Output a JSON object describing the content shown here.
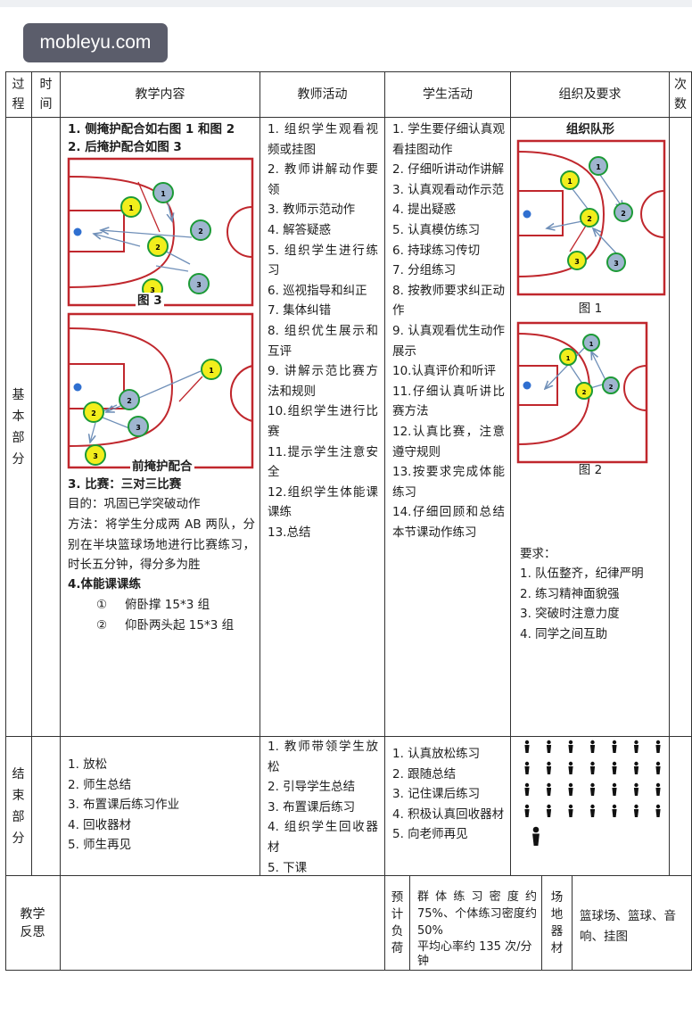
{
  "watermark": "mobleyu.com",
  "header": {
    "process": "过程",
    "time": "时间",
    "content": "教学内容",
    "teacher": "教师活动",
    "student": "学生活动",
    "org": "组织及要求",
    "count": "次数"
  },
  "basic": {
    "label": "基本部分",
    "content": {
      "line1": "1. 侧掩护配合如右图 1 和图 2",
      "line2": "2. 后掩护配合如图 3",
      "fig3_caption": "图 3",
      "fig_front_caption": "前掩护配合",
      "heading3": "3. 比赛：三对三比赛",
      "goal": "目的：巩固已学突破动作",
      "method": "方法：将学生分成两 AB 两队，分别在半块篮球场地进行比赛练习，时长五分钟，得分多为胜",
      "heading4": "4.体能课课练",
      "drill1_mark": "①",
      "drill1": "俯卧撑 15*3 组",
      "drill2_mark": "②",
      "drill2": "仰卧两头起 15*3 组"
    },
    "teacher": [
      "1. 组织学生观看视频或挂图",
      "2. 教师讲解动作要领",
      "3. 教师示范动作",
      "4. 解答疑惑",
      "5. 组织学生进行练习",
      "6. 巡视指导和纠正",
      "7. 集体纠错",
      "8. 组织优生展示和互评",
      "9. 讲解示范比赛方法和规则",
      "10.组织学生进行比赛",
      "11.提示学生注意安全",
      "12.组织学生体能课课练",
      "13.总结"
    ],
    "student": [
      "1. 学生要仔细认真观看挂图动作",
      "2. 仔细听讲动作讲解",
      "3. 认真观看动作示范",
      "4. 提出疑惑",
      "5. 认真模仿练习",
      "6. 持球练习传切",
      "7. 分组练习",
      "8. 按教师要求纠正动作",
      "9. 认真观看优生动作展示",
      "10.认真评价和听评",
      "11.仔细认真听讲比赛方法",
      "12.认真比赛，注意遵守规则",
      "13.按要求完成体能练习",
      "14.仔细回顾和总结本节课动作练习"
    ],
    "org": {
      "title": "组织队形",
      "fig1_caption": "图 1",
      "fig2_caption": "图 2",
      "req_title": "要求：",
      "reqs": [
        "1. 队伍整齐，纪律严明",
        "2. 练习精神面貌强",
        "3. 突破时注意力度",
        "4. 同学之间互助"
      ]
    }
  },
  "ending": {
    "label": "结束部分",
    "content": [
      "1. 放松",
      "2. 师生总结",
      "3. 布置课后练习作业",
      "4. 回收器材",
      "5. 师生再见"
    ],
    "teacher": [
      "1. 教师带领学生放松",
      "2. 引导学生总结",
      "3. 布置课后练习",
      "4. 组织学生回收器材",
      "5. 下课"
    ],
    "student": [
      "1. 认真放松练习",
      "2. 跟随总结",
      "3. 记住课后练习",
      "4. 积极认真回收器材",
      "5. 向老师再见"
    ]
  },
  "reflection": {
    "label": "教学反思",
    "load_label": "预计负荷",
    "load_text1": "群体练习密度约 75%、个体练习密度约 50%",
    "load_text2": "平均心率约 135 次/分钟",
    "equip_label": "场地器材",
    "equip_text": "篮球场、篮球、音响、挂图"
  },
  "colors": {
    "court_line": "#c0272d",
    "attacker": "#f2ee1c",
    "defender": "#9fb5cf",
    "ring_green": "#1c9a36",
    "pass_arrow": "#6f8fb8"
  },
  "icons": {
    "student_figure": "person-icon",
    "teacher_figure": "teacher-icon"
  }
}
